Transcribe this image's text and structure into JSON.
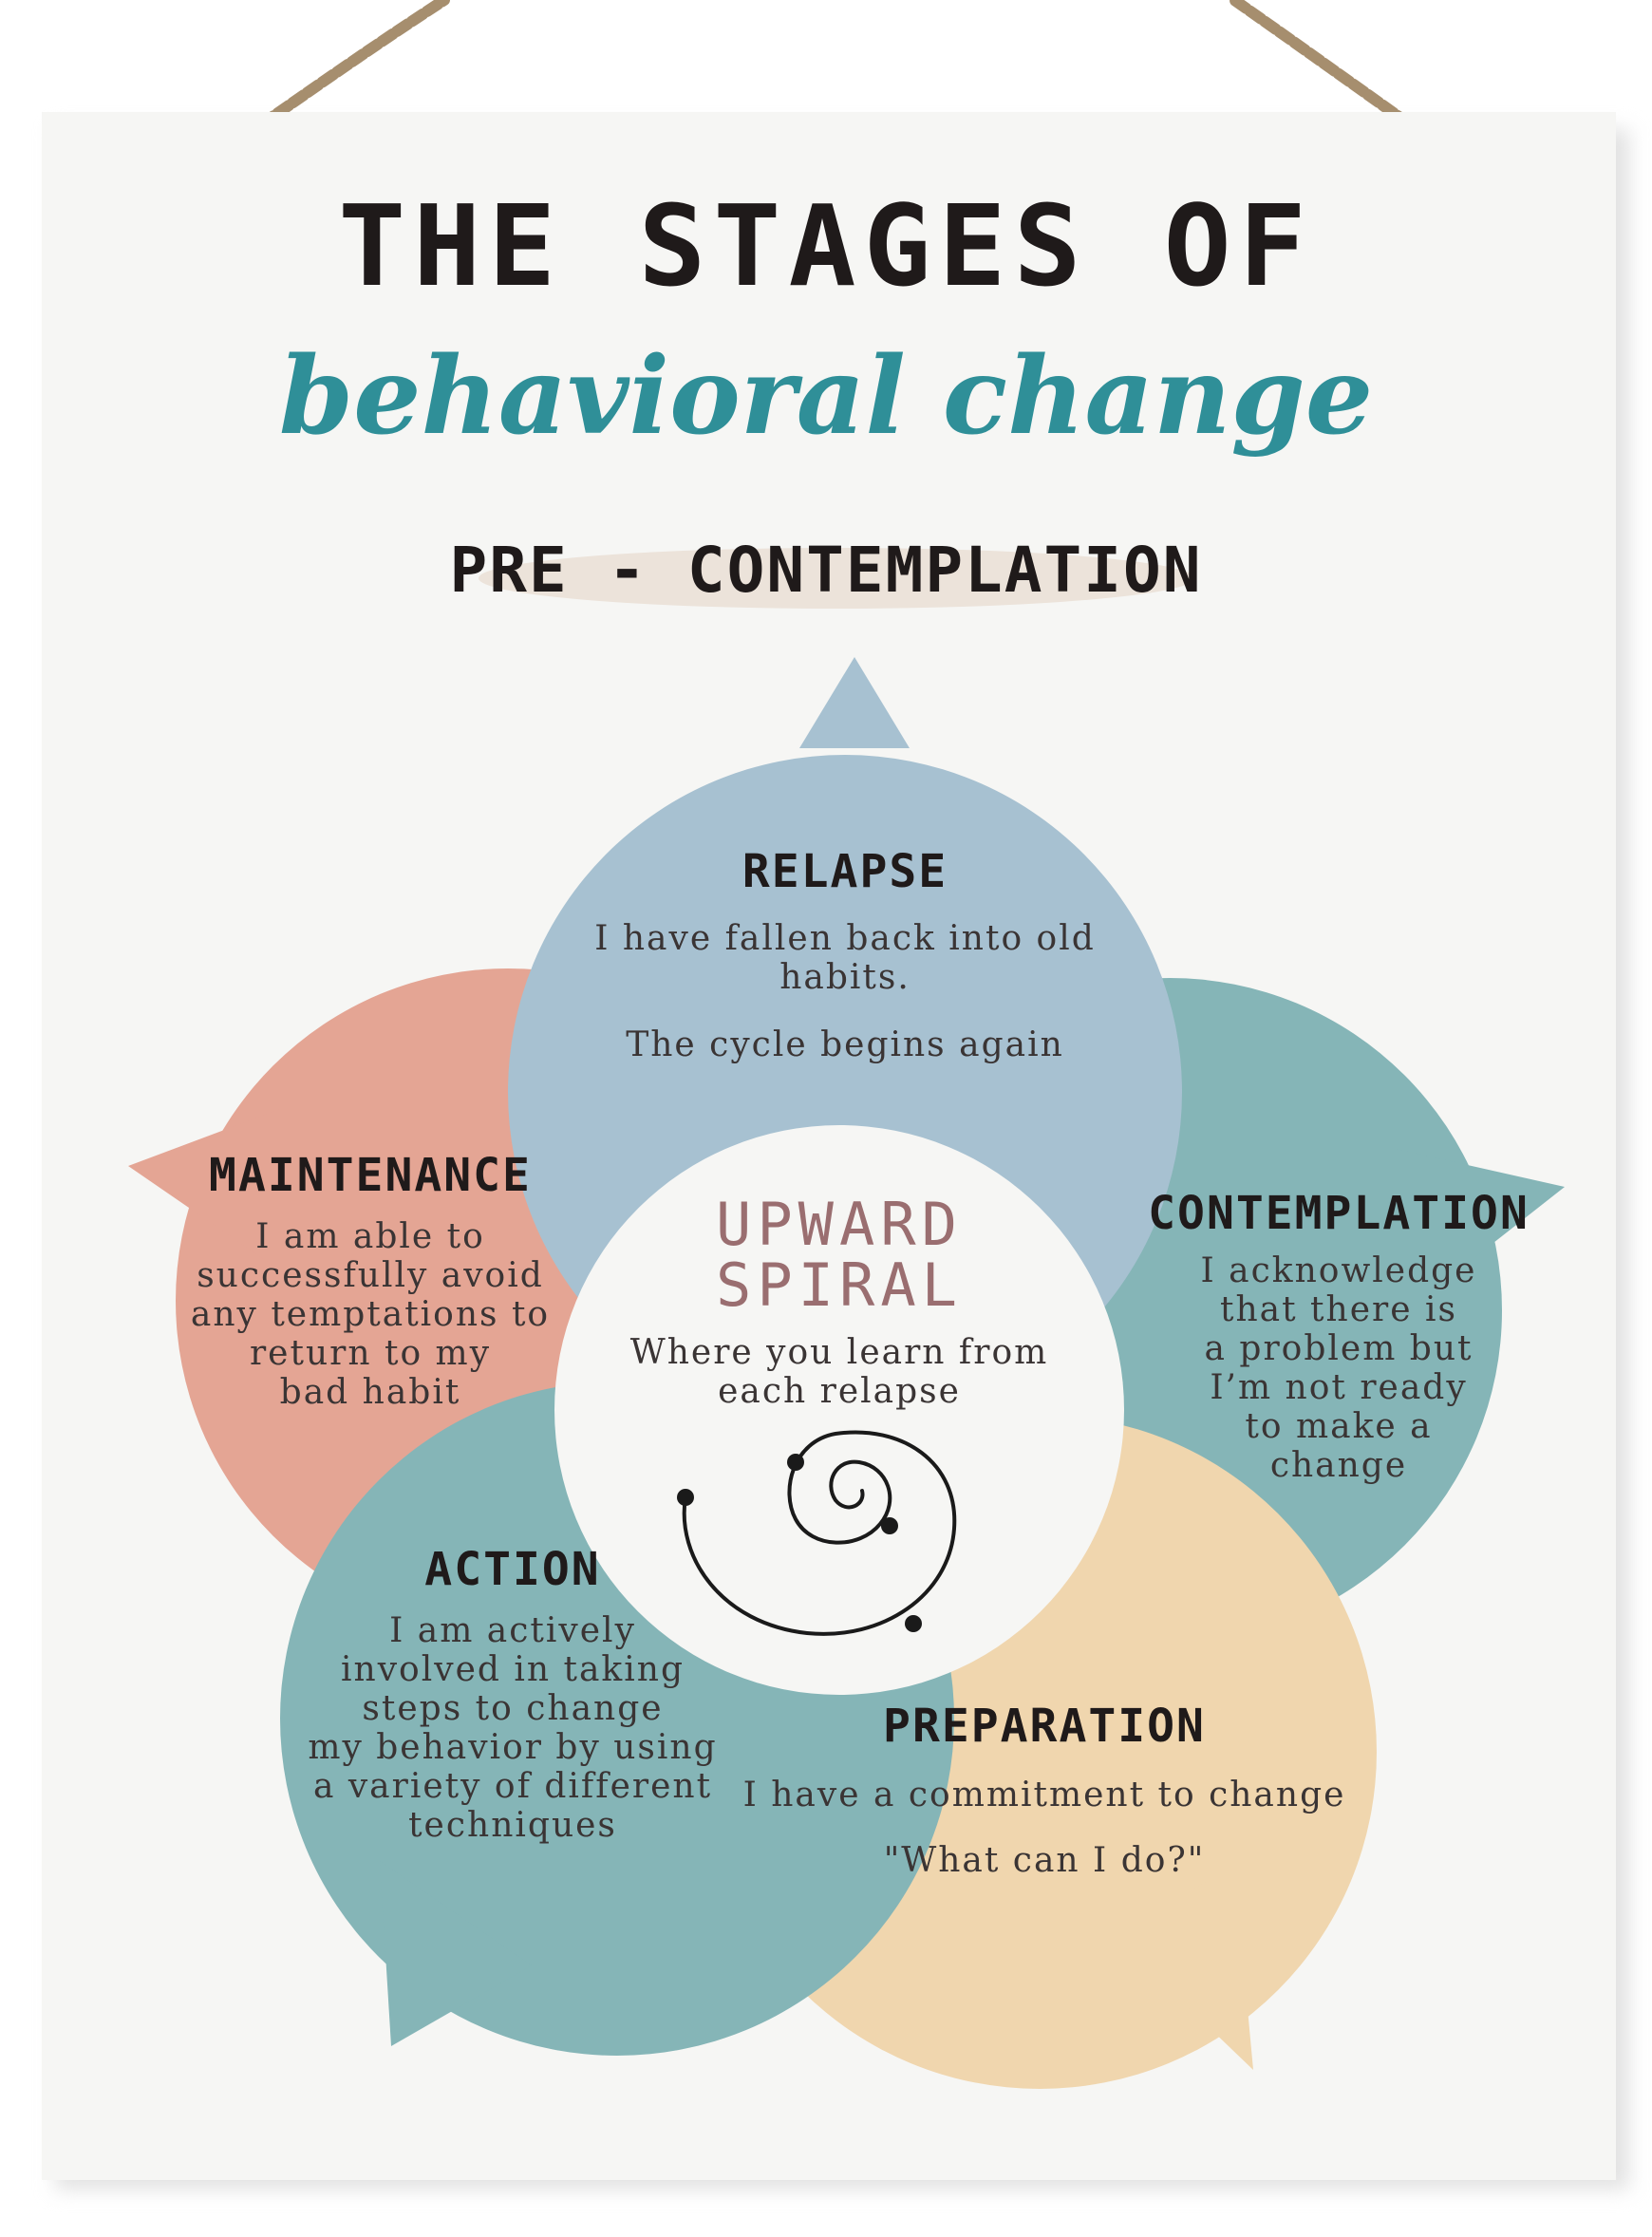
{
  "poster": {
    "title": "THE STAGES OF",
    "subtitle": "behavioral change",
    "stage_label": "PRE - CONTEMPLATION"
  },
  "stages": {
    "relapse": {
      "title": "RELAPSE",
      "line1": "I have fallen back into old",
      "line2": "habits.",
      "line3": "The cycle begins again"
    },
    "maintenance": {
      "title": "MAINTENANCE",
      "line1": "I am able to",
      "line2": "successfully avoid",
      "line3": "any temptations to",
      "line4": "return to my",
      "line5": "bad habit"
    },
    "contemplation": {
      "title": "CONTEMPLATION",
      "line1": "I acknowledge",
      "line2": "that there is",
      "line3": "a problem but",
      "line4": "I’m not ready",
      "line5": "to make a",
      "line6": "change"
    },
    "action": {
      "title": "ACTION",
      "line1": "I am actively",
      "line2": "involved in taking",
      "line3": "steps to change",
      "line4": "my behavior by using",
      "line5": "a variety of different",
      "line6": "techniques"
    },
    "preparation": {
      "title": "PREPARATION",
      "line1": "I have a commitment to change",
      "line2": "\"What can I do?\""
    }
  },
  "center": {
    "title_line1": "UPWARD",
    "title_line2": "SPIRAL",
    "body_line1": "Where you learn from",
    "body_line2": "each relapse",
    "icon": "spiral-icon"
  },
  "colors": {
    "relapse": "#a7c1d1",
    "maintenance": "#e4a594",
    "contemplation": "#85b5b7",
    "action": "#85b5b7",
    "preparation": "#f0d6ae",
    "center": "#f6f6f4",
    "title": "#1f1a1a",
    "subtitle": "#2f8f98",
    "center_title": "#9a6e70"
  }
}
